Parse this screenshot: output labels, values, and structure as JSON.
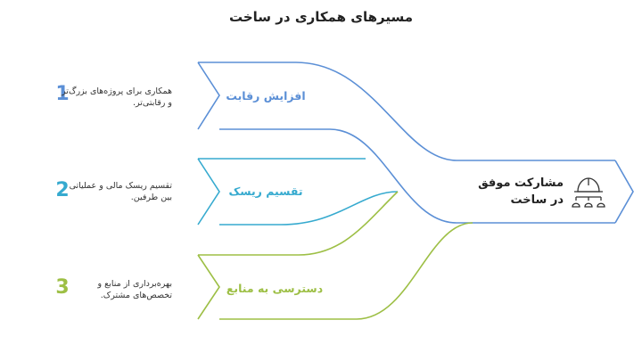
{
  "title": "مسیرهای همکاری در ساخت",
  "target": {
    "label": "مشارکت موفق در ساخت",
    "icon": "hardhat-team-icon"
  },
  "colors": {
    "blue": "#5B8FD6",
    "cyan": "#36AACF",
    "green": "#9DBF45",
    "text": "#222222"
  },
  "paths": [
    {
      "number": "1",
      "label": "افزایش رقابت",
      "description": "همکاری برای پروژه‌های بزرگ‌تر و رقابتی‌تر."
    },
    {
      "number": "2",
      "label": "تقسیم ریسک",
      "description": "تقسیم ریسک مالی و عملیاتی بین طرفین."
    },
    {
      "number": "3",
      "label": "دسترسی به منابع",
      "description": "بهره‌برداری از منابع و تخصص‌های مشترک."
    }
  ]
}
